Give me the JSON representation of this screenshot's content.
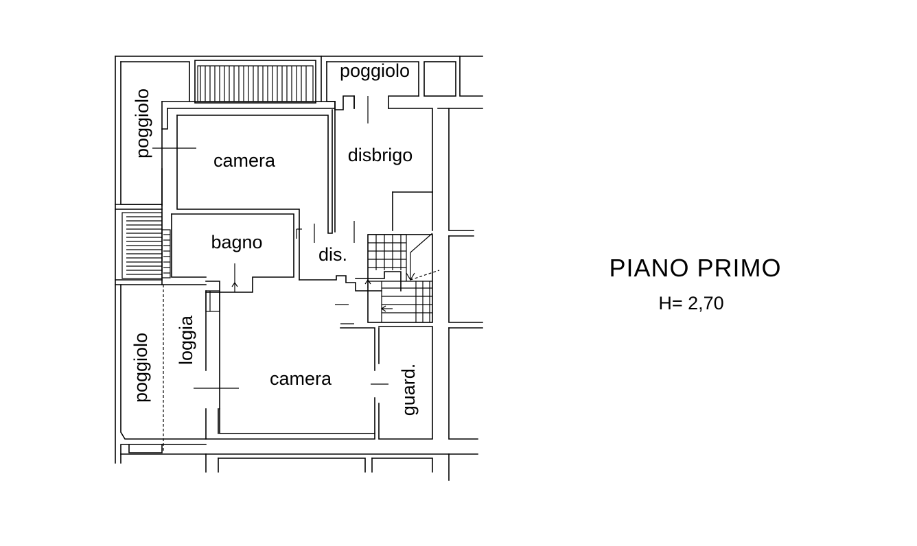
{
  "plan": {
    "title": "PIANO PRIMO",
    "height_label": "H= 2,70",
    "rooms": {
      "poggiolo_top": "poggiolo",
      "poggiolo_left_upper": "poggiolo",
      "poggiolo_left_lower": "poggiolo",
      "camera_upper": "camera",
      "camera_lower": "camera",
      "disbrigo": "disbrigo",
      "bagno": "bagno",
      "dis": "dis.",
      "loggia": "loggia",
      "guard": "guard."
    }
  }
}
